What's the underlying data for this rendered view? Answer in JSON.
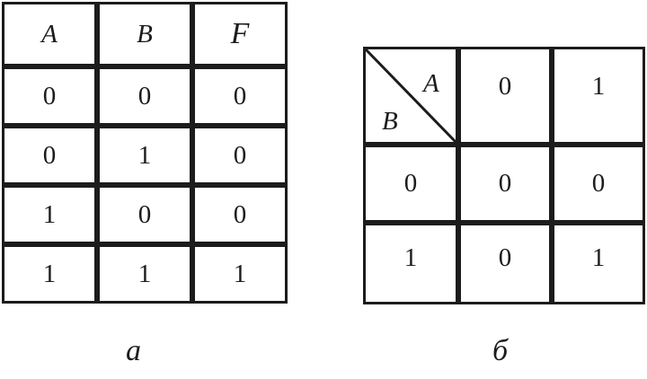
{
  "table_a": {
    "headers": [
      "A",
      "B",
      "F"
    ],
    "rows": [
      [
        "0",
        "0",
        "0"
      ],
      [
        "0",
        "1",
        "0"
      ],
      [
        "1",
        "0",
        "0"
      ],
      [
        "1",
        "1",
        "1"
      ]
    ],
    "caption": "а"
  },
  "table_b": {
    "corner_top_label": "A",
    "corner_bottom_label": "B",
    "column_headers": [
      "0",
      "1"
    ],
    "rows": [
      {
        "row_header": "0",
        "values": [
          "0",
          "0"
        ]
      },
      {
        "row_header": "1",
        "values": [
          "0",
          "1"
        ]
      }
    ],
    "caption": "б"
  }
}
